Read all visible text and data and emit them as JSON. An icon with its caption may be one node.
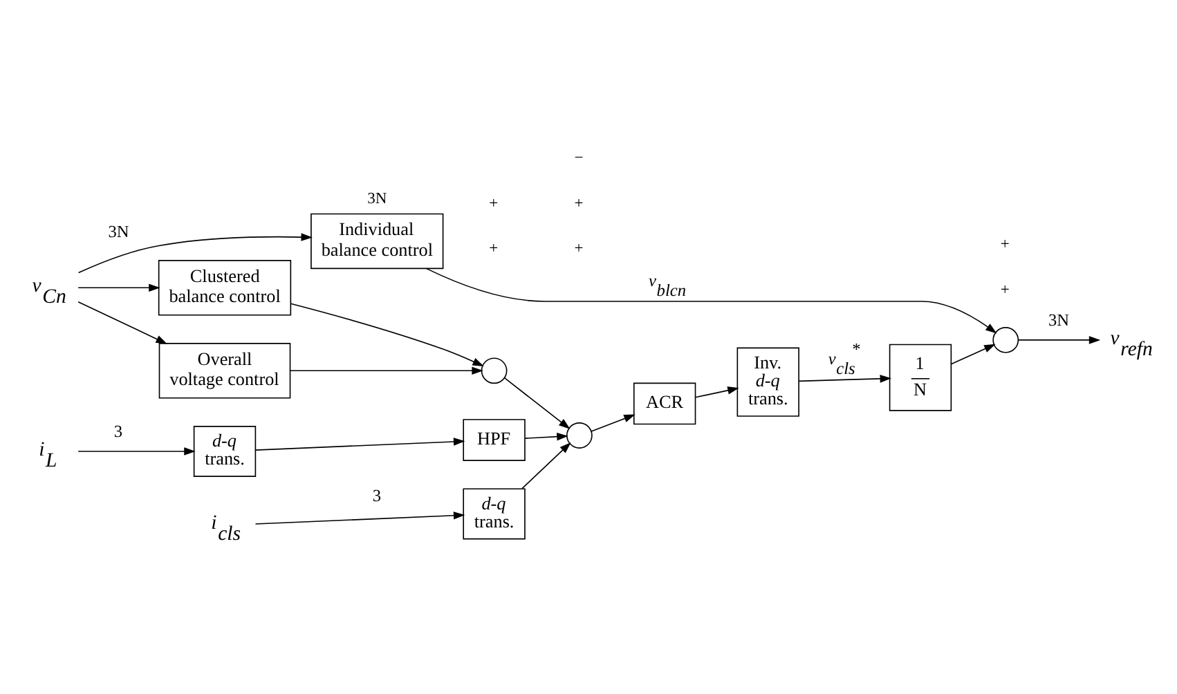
{
  "diagram": {
    "nodes": [
      {
        "text": [
          "*v*$_{Cn}$"
        ]
      },
      {
        "text": [
          "Individual balance control"
        ]
      },
      {
        "text": [
          "Clustered balance control"
        ]
      },
      {
        "text": [
          "Overall voltage control"
        ]
      },
      {
        "text": [],
        "shape": "circle"
      },
      {
        "text": [
          "*i*$_{L}$"
        ]
      },
      {
        "text": [
          "*d-q* trans."
        ]
      },
      {
        "text": [
          "HPF"
        ]
      },
      {
        "text": [],
        "shape": "circle"
      },
      {
        "text": [
          "ACR"
        ]
      },
      {
        "text": [
          "Inv. *d-q* trans."
        ]
      },
      {
        "text": [
          "1",
          "N"
        ]
      },
      {
        "text": [],
        "shape": "circle"
      },
      {
        "text": [
          "*v*$_{refn}$"
        ]
      },
      {
        "text": [
          "*i*$_{cls}$"
        ]
      },
      {
        "text": [
          "*d-q* trans."
        ]
      }
    ],
    "edges": [
      {
        "from": 0,
        "to": 1,
        "arrow": "to",
        "label": "3N"
      },
      {
        "from": 0,
        "to": 2,
        "arrow": "to"
      },
      {
        "from": 0,
        "to": 3,
        "arrow": "to"
      },
      {
        "from": 2,
        "to": 4,
        "arrow": "to"
      },
      {
        "from": 3,
        "to": 4,
        "arrow": "to"
      },
      {
        "from": 5,
        "to": 6,
        "arrow": "to",
        "label": "3"
      },
      {
        "from": 6,
        "to": 7,
        "arrow": "to"
      },
      {
        "from": 4,
        "to": 8,
        "arrow": "to"
      },
      {
        "from": 7,
        "to": 8,
        "arrow": "to"
      },
      {
        "from": 15,
        "to": 8,
        "arrow": "to"
      },
      {
        "from": 8,
        "to": 9,
        "arrow": "to"
      },
      {
        "from": 9,
        "to": 10,
        "arrow": "to"
      },
      {
        "from": 10,
        "to": 11,
        "arrow": "to",
        "label": "*v*$_{cls}$$^{*}$"
      },
      {
        "from": 11,
        "to": 12,
        "arrow": "to"
      },
      {
        "from": 1,
        "to": 12,
        "arrow": "to",
        "label": "*v*$_{blcn}$"
      },
      {
        "from": 12,
        "to": 13,
        "arrow": "to",
        "label": "3N"
      },
      {
        "from": 14,
        "to": 15,
        "arrow": "to",
        "label": "3"
      }
    ],
    "labels": [
      "3N",
      "+",
      "+",
      "+",
      "+",
      "−",
      "+",
      "+"
    ]
  }
}
